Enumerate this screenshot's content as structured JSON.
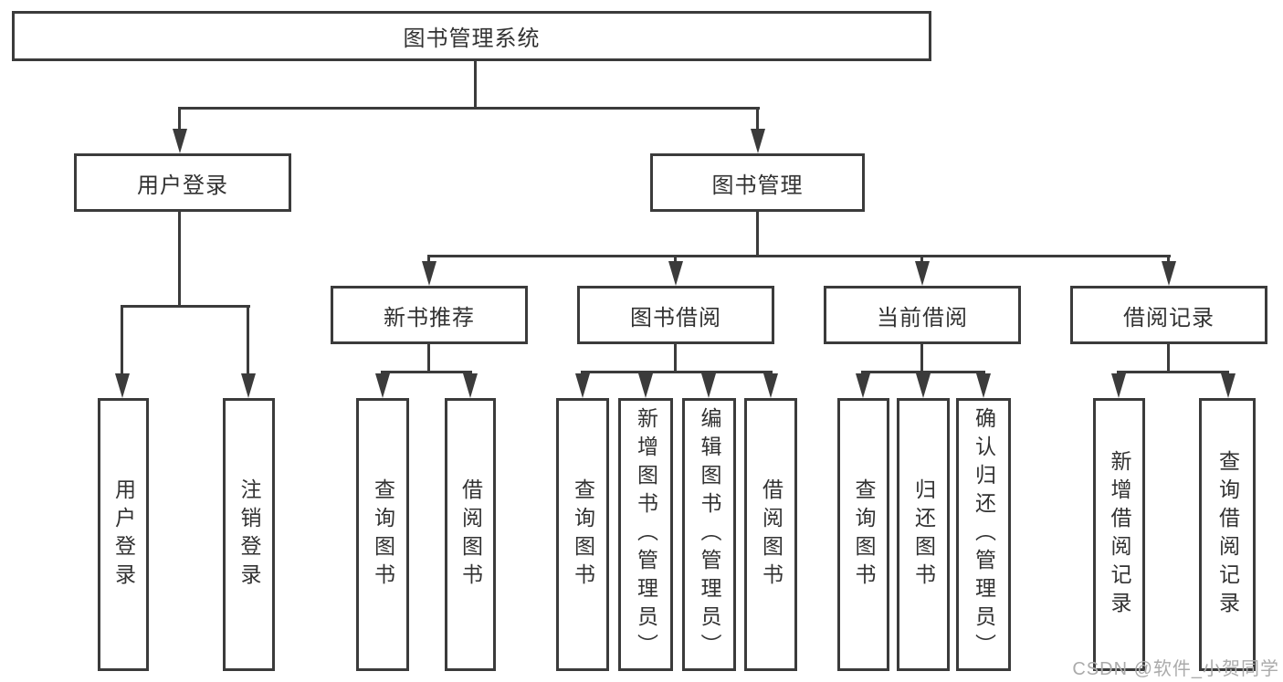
{
  "title": "图书管理系统",
  "level2": {
    "user_login": "用户登录",
    "book_management": "图书管理"
  },
  "level3": {
    "new_book_recommend": "新书推荐",
    "book_borrow": "图书借阅",
    "current_borrow": "当前借阅",
    "borrow_records": "借阅记录"
  },
  "leaves": {
    "user_login": [
      "用户登录",
      "注销登录"
    ],
    "new_book_recommend": [
      "查询图书",
      "借阅图书"
    ],
    "book_borrow": [
      "查询图书",
      "新增图书（管理员）",
      "编辑图书（管理员）",
      "借阅图书"
    ],
    "current_borrow": [
      "查询图书",
      "归还图书",
      "确认归还（管理员）"
    ],
    "borrow_records": [
      "新增借阅记录",
      "查询借阅记录"
    ]
  },
  "watermark": "CSDN @软件_小贺同学",
  "colors": {
    "line": "#3b3b3b",
    "text": "#323232",
    "watermark": "#ababab",
    "background": "#ffffff"
  }
}
